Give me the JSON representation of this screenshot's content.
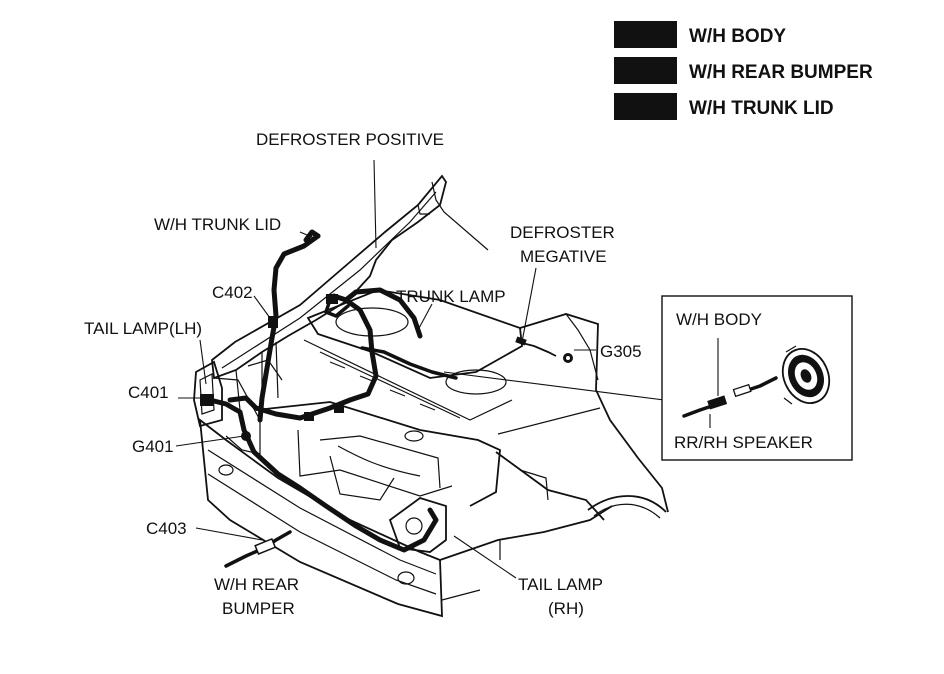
{
  "legend": [
    {
      "label": "W/H BODY",
      "color": "#111111"
    },
    {
      "label": "W/H REAR BUMPER",
      "color": "#111111"
    },
    {
      "label": "W/H TRUNK LID",
      "color": "#111111"
    }
  ],
  "callouts": {
    "defroster_positive": "DEFROSTER POSITIVE",
    "wh_trunk_lid": "W/H TRUNK LID",
    "defroster_negative_1": "DEFROSTER",
    "defroster_negative_2": "MEGATIVE",
    "trunk_lamp": "TRUNK LAMP",
    "c402": "C402",
    "tail_lamp_lh": "TAIL LAMP(LH)",
    "c401": "C401",
    "g401": "G401",
    "g305": "G305",
    "c403": "C403",
    "wh_rear_bumper_1": "W/H REAR",
    "wh_rear_bumper_2": "BUMPER",
    "tail_lamp_rh_1": "TAIL LAMP",
    "tail_lamp_rh_2": "(RH)"
  },
  "inset": {
    "title": "W/H BODY",
    "caption": "RR/RH SPEAKER"
  }
}
